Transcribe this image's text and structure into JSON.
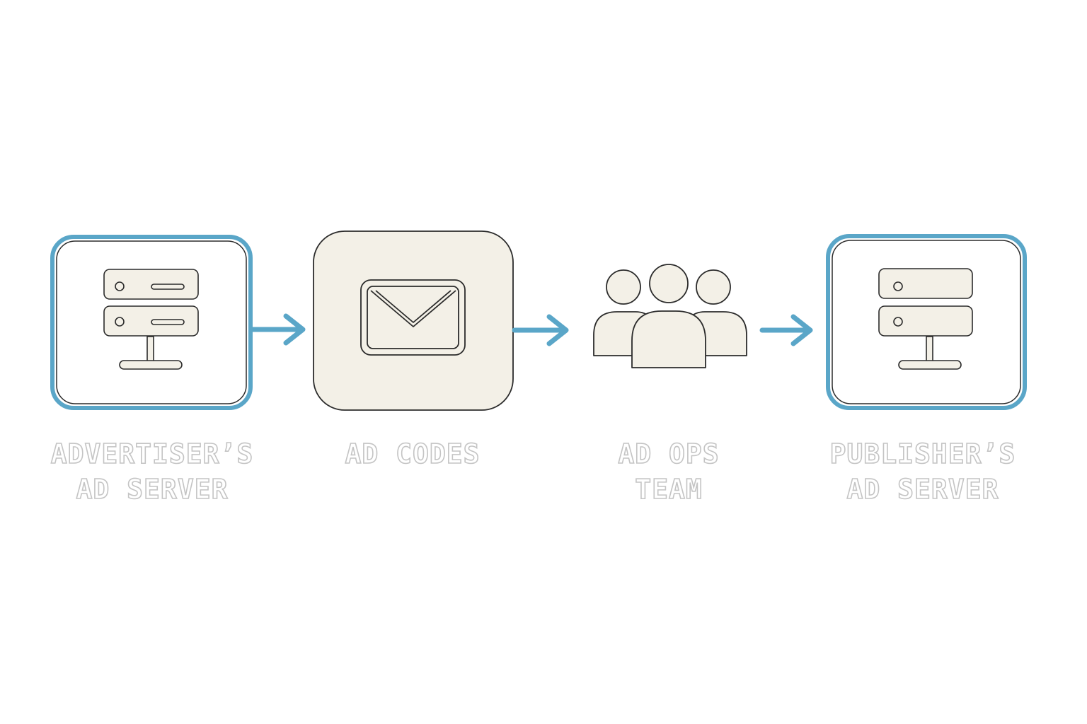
{
  "diagram": {
    "type": "flow",
    "colors": {
      "accent": "#5aa6c8",
      "fill": "#f3f0e7",
      "stroke": "#2b2b2b",
      "label_outline": "#c4c4c4"
    },
    "nodes": [
      {
        "id": "advertiser",
        "icon": "server-icon",
        "label_line1": "ADVERTISER’S",
        "label_line2": "AD SERVER"
      },
      {
        "id": "ad-codes",
        "icon": "envelope-icon",
        "label_line1": "AD CODES",
        "label_line2": ""
      },
      {
        "id": "ad-ops",
        "icon": "team-icon",
        "label_line1": "AD OPS",
        "label_line2": "TEAM"
      },
      {
        "id": "publisher",
        "icon": "server-icon",
        "label_line1": "PUBLISHER’S",
        "label_line2": "AD SERVER"
      }
    ],
    "edges": [
      {
        "from": "advertiser",
        "to": "ad-codes"
      },
      {
        "from": "ad-codes",
        "to": "ad-ops"
      },
      {
        "from": "ad-ops",
        "to": "publisher"
      }
    ]
  }
}
